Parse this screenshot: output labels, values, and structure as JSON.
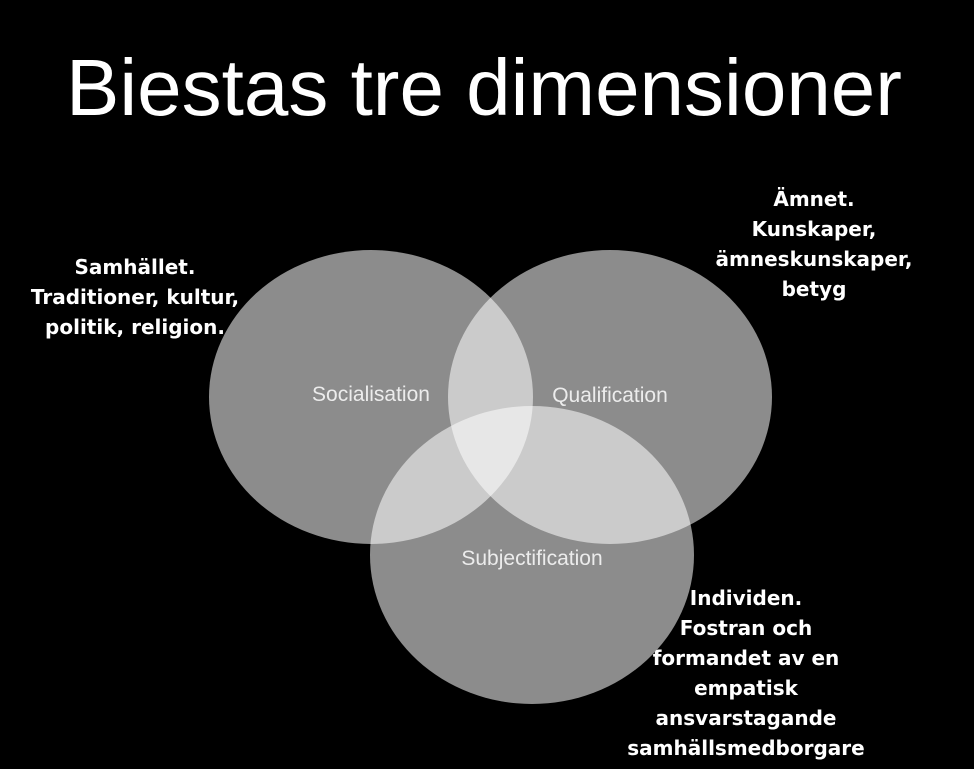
{
  "title": "Biestas tre dimensioner",
  "circles": {
    "socialisation": "Socialisation",
    "qualification": "Qualification",
    "subjectification": "Subjectification"
  },
  "notes": {
    "left": [
      "Samhället.",
      "Traditioner, kultur,",
      "politik, religion."
    ],
    "right": [
      "Ämnet.",
      "Kunskaper,",
      "ämneskunskaper,",
      "betyg"
    ],
    "bottom": [
      "Individen.",
      "Fostran och",
      "formandet av en",
      "empatisk",
      "ansvarstagande",
      "samhällsmedborgare"
    ]
  },
  "colors": {
    "background": "#000000",
    "text": "#ffffff",
    "circle_fill": "rgba(255,255,255,0.55)"
  }
}
